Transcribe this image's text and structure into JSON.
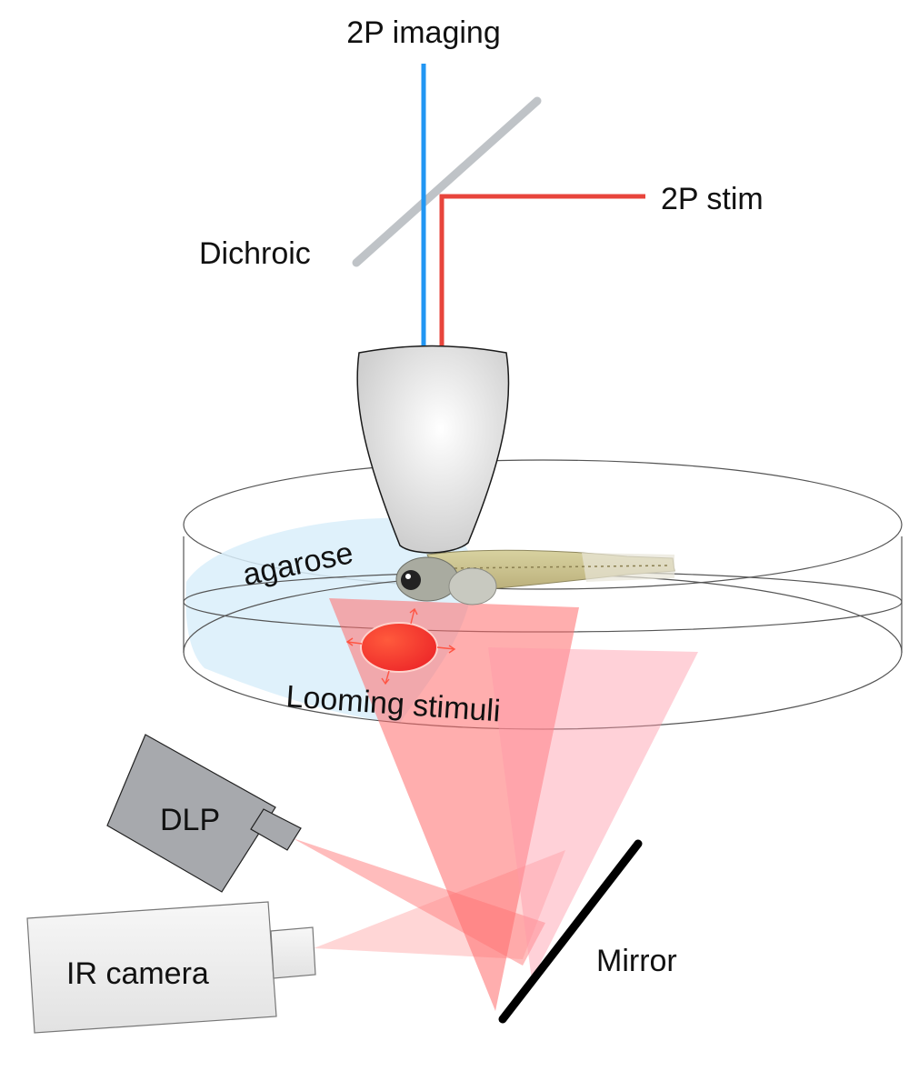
{
  "labels": {
    "imaging": "2P imaging",
    "stim": "2P stim",
    "dichroic": "Dichroic",
    "agarose": "agarose",
    "looming": "Looming stimuli",
    "dlp": "DLP",
    "ir_camera": "IR camera",
    "mirror": "Mirror"
  },
  "colors": {
    "imaging_beam": "#2196f3",
    "stim_beam": "#e8453c",
    "dichroic": "#bfc3c7",
    "agarose": "#d9eefa",
    "light_cone": "#ff6b6b",
    "stimulus": "#f2372c",
    "mirror": "#000000",
    "dlp_body": "#a7a9ad",
    "camera_body": "#ececec"
  }
}
